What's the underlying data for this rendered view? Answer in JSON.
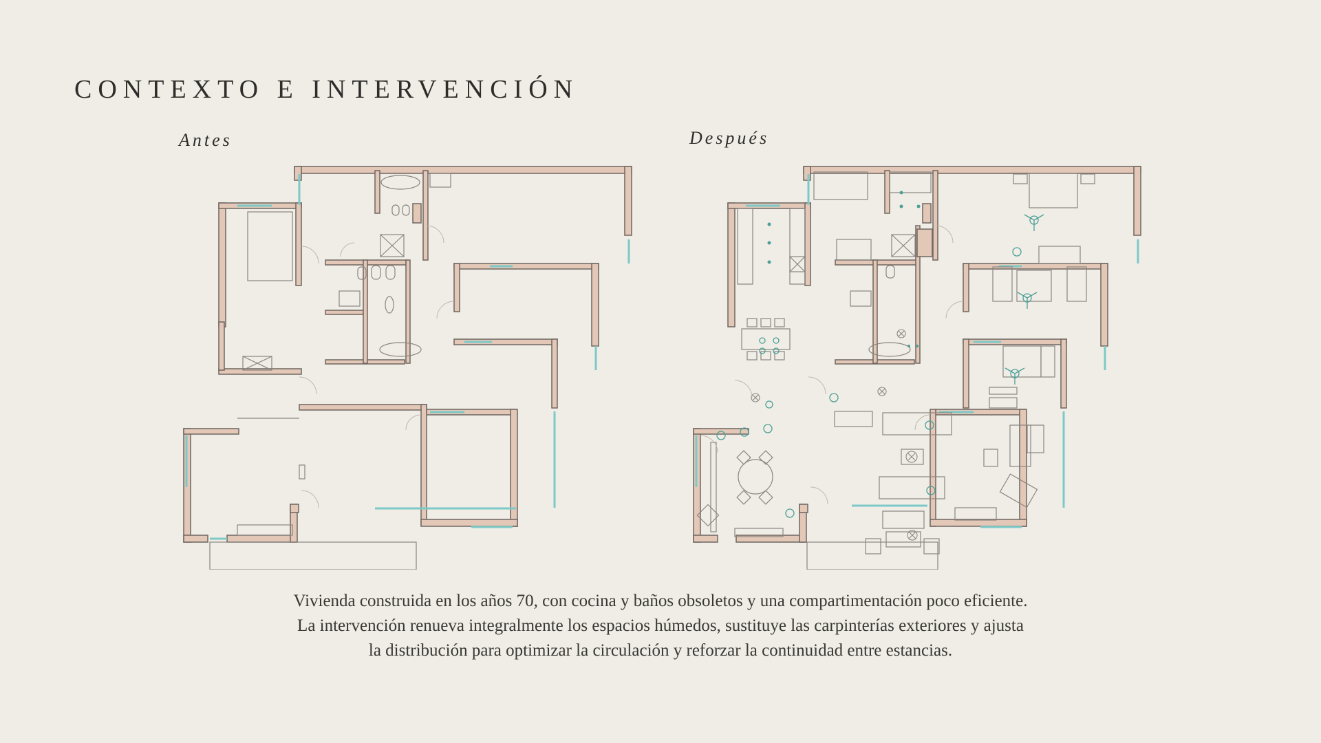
{
  "page": {
    "title": "CONTEXTO E INTERVENCIÓN"
  },
  "plans": {
    "before_label": "Antes",
    "after_label": "Después"
  },
  "description": {
    "lines": [
      "Vivienda construida en los años 70, con cocina y baños obsoletos y una compartimentación poco eficiente.",
      "La intervención renueva integralmente los espacios húmedos, sustituye las carpinterías exteriores y ajusta",
      "la distribución para optimizar la circulación y reforzar la continuidad entre estancias."
    ]
  },
  "colors": {
    "background": "#efede6",
    "wall_fill": "#e3c7b7",
    "wall_line": "#6e6660",
    "window": "#7cc9c8",
    "furniture": "#8a8580",
    "plant": "#4a9f96"
  }
}
